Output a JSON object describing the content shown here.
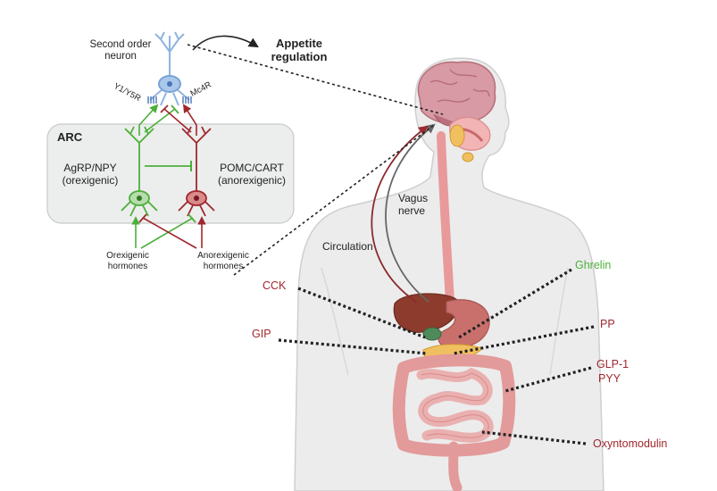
{
  "neuron": {
    "second_order": [
      "Second order",
      "neuron"
    ],
    "receptor_left": "Y1/Y5R",
    "receptor_right": "Mc4R"
  },
  "appetite": [
    "Appetite",
    "regulation"
  ],
  "arc": {
    "title": "ARC",
    "left": [
      "AgRP/NPY",
      "(orexigenic)"
    ],
    "right": [
      "POMC/CART",
      "(anorexigenic)"
    ]
  },
  "hormone_groups": {
    "orexigenic": [
      "Orexigenic",
      "hormones"
    ],
    "anorexigenic": [
      "Anorexigenic",
      "hormones"
    ]
  },
  "pathways": {
    "vagus": [
      "Vagus",
      "nerve"
    ],
    "circulation": "Circulation"
  },
  "hormones": {
    "ghrelin": "Ghrelin",
    "cck": "CCK",
    "pp": "PP",
    "gip": "GIP",
    "glp1": "GLP-1",
    "pyy": "PYY",
    "oxyntomodulin": "Oxyntomodulin"
  },
  "colors": {
    "green": "#4caf3a",
    "red": "#a0272d",
    "neuron_blue": "#8fb4e0",
    "arc_fill": "#eceeed",
    "body_fill": "#ececec",
    "organ_pink": "#e9a0a0",
    "liver": "#8c3b2c",
    "brain": "#d89aa4"
  }
}
